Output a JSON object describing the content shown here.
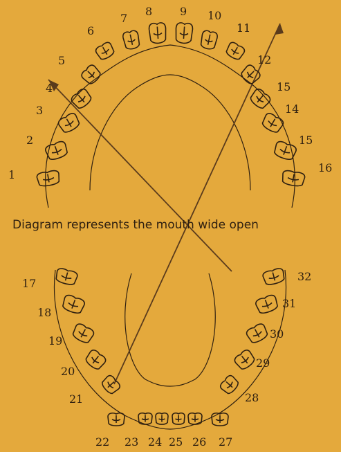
{
  "caption": "Diagram represents the mouth wide open",
  "colors": {
    "paper": "#e4a93c",
    "ink": "#2e1f10",
    "arrow": "#5a3b1c"
  },
  "teeth": {
    "upper": [
      "1",
      "2",
      "3",
      "4",
      "5",
      "6",
      "7",
      "8",
      "9",
      "10",
      "11",
      "12",
      "15",
      "14",
      "15",
      "16"
    ],
    "lower": [
      "17",
      "18",
      "19",
      "20",
      "21",
      "22",
      "23",
      "24",
      "25",
      "26",
      "27",
      "28",
      "29",
      "30",
      "31",
      "32"
    ]
  }
}
